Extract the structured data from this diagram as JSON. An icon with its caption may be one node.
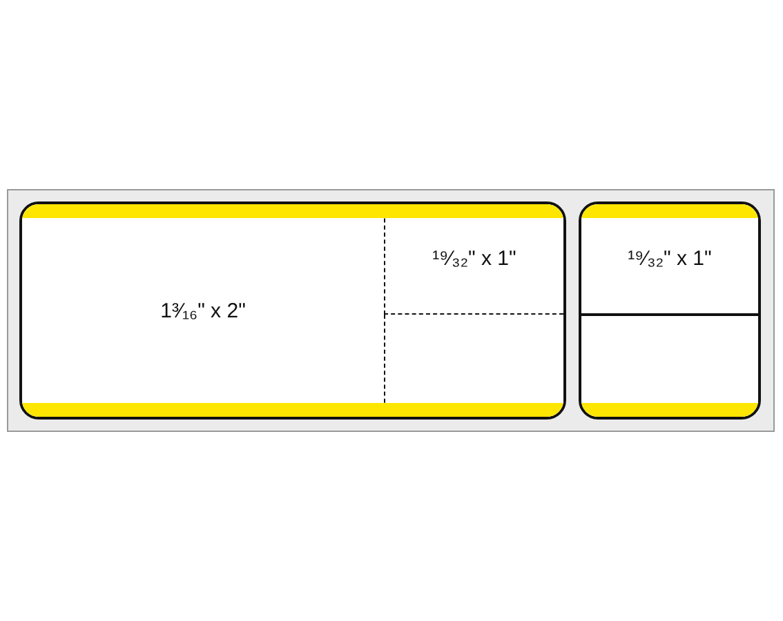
{
  "diagram": {
    "nodes": [
      {
        "text": [],
        "shape": "box"
      },
      {
        "text": [
          "1³⁄₁₆\" x 2\""
        ],
        "in": 0
      },
      {
        "text": [
          "¹⁹⁄₃₂\" x 1\""
        ],
        "in": 0
      },
      {
        "text": [],
        "shape": "box",
        "in": 0
      },
      {
        "text": [],
        "shape": "box"
      },
      {
        "text": [
          "¹⁹⁄₃₂\" x 1\""
        ],
        "in": 4
      },
      {
        "text": [],
        "shape": "box",
        "in": 4
      }
    ]
  }
}
